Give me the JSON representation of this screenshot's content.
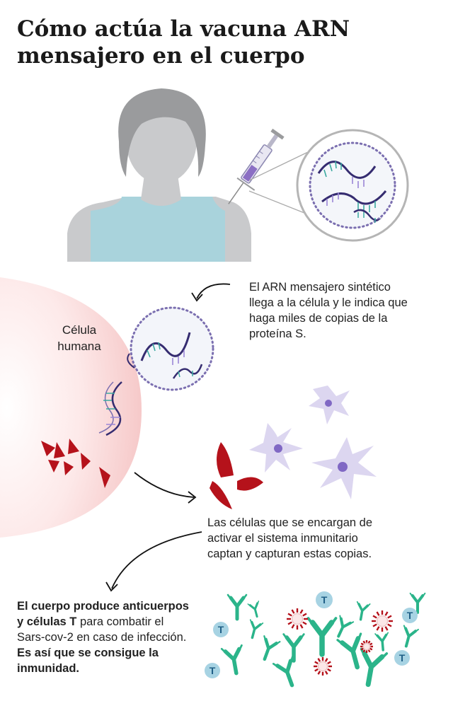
{
  "title": {
    "line1": "Cómo actúa la vacuna ARN",
    "line2": "mensajero en el cuerpo"
  },
  "cell_label": {
    "line1": "Célula",
    "line2": "humana"
  },
  "mrna_description": {
    "line1": "El ARN mensajero sintético",
    "line2": "llega a la célula y le indica que",
    "line3": "haga miles de copias de la",
    "line4": "proteína S."
  },
  "capture_description": {
    "line1": "Las células que se encargan de",
    "line2": "activar el sistema inmunitario",
    "line3": "captan y capturan estas copias."
  },
  "immunity_description": {
    "line1_bold": "El cuerpo produce anticuerpos",
    "line2_bold": "y células T",
    "line2_rest": " para combatir el",
    "line3": "Sars-cov-2 en caso de infección.",
    "line4_bold": "Es así que se consigue la",
    "line5_bold": "inmunidad."
  },
  "t_cell_letter": "T",
  "colors": {
    "skin_gray": "#c9cacc",
    "hair_gray": "#9a9b9d",
    "shirt_blue": "#a9d3dc",
    "mrna_purple": "#6b4fa0",
    "mrna_teal": "#3aa99f",
    "protein_red": "#b5121b",
    "dendritic_lavender": "#d9d2ee",
    "antibody_green": "#2bb48a",
    "tcell_blue": "#a7d3e3",
    "cell_pink": "#f8d7d7"
  }
}
